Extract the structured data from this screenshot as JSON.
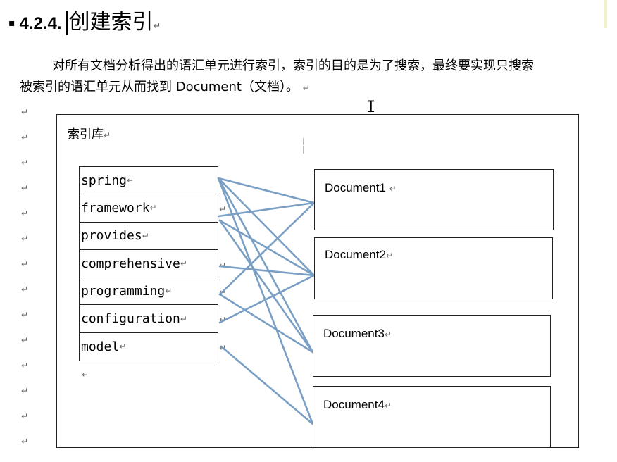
{
  "heading": {
    "number": "4.2.4.",
    "title": "创建索引"
  },
  "paragraph": {
    "line1": "对所有文档分析得出的语汇单元进行索引，索引的目的是为了搜索，最终要实现只搜索",
    "line2": "被索引的语汇单元从而找到 Document（文档）。"
  },
  "paragraph_mark": "↵",
  "diagram": {
    "frame_label": "索引库",
    "terms": [
      "spring",
      "framework",
      "provides",
      "comprehensive",
      "programming",
      "configuration",
      "model"
    ],
    "documents": [
      "Document1",
      "Document2",
      "Document3",
      "Document4"
    ],
    "line_color": "#7a9fc4"
  }
}
